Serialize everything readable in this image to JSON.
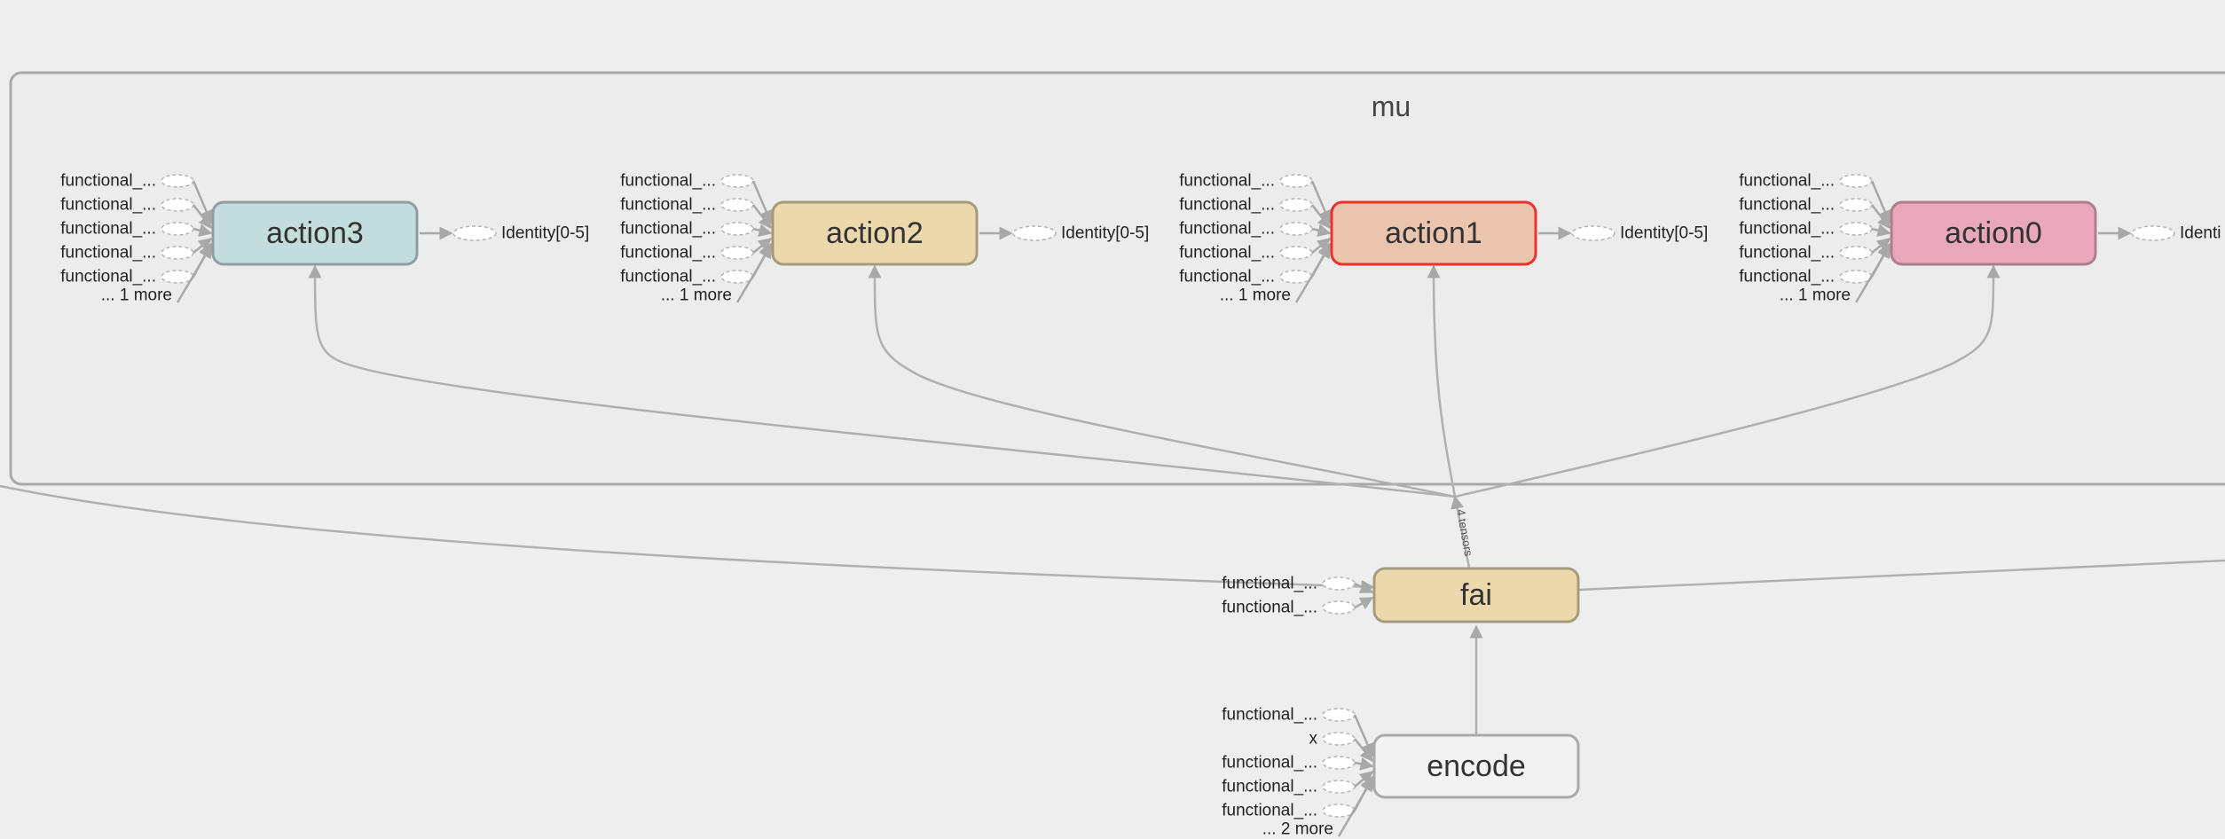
{
  "group": {
    "title": "mu"
  },
  "colors": {
    "background": "#eeeeee",
    "group_fill": "#ececec",
    "group_stroke": "#a9a9a9",
    "edge": "#b0b0b0",
    "selected_stroke": "#e8352a",
    "action3_fill": "#c3dddd",
    "action3_stroke": "#8f9ea0",
    "action2_fill": "#ecd8ad",
    "action2_stroke": "#a69a7c",
    "action1_fill": "#ebc4ae",
    "action0_fill": "#e9a7bb",
    "action0_stroke": "#ab7f8b",
    "fai_fill": "#ecd8ad",
    "fai_stroke": "#a69a7c",
    "encode_fill": "#f2f2f2",
    "encode_stroke": "#a9a9a9"
  },
  "nodes": {
    "action3": {
      "label": "action3",
      "inputs": [
        "functional_...",
        "functional_...",
        "functional_...",
        "functional_...",
        "functional_..."
      ],
      "more": "... 1 more",
      "output": "Identity[0-5]"
    },
    "action2": {
      "label": "action2",
      "inputs": [
        "functional_...",
        "functional_...",
        "functional_...",
        "functional_...",
        "functional_..."
      ],
      "more": "... 1 more",
      "output": "Identity[0-5]"
    },
    "action1": {
      "label": "action1",
      "selected": true,
      "inputs": [
        "functional_...",
        "functional_...",
        "functional_...",
        "functional_...",
        "functional_..."
      ],
      "more": "... 1 more",
      "output": "Identity[0-5]"
    },
    "action0": {
      "label": "action0",
      "inputs": [
        "functional_...",
        "functional_...",
        "functional_...",
        "functional_...",
        "functional_..."
      ],
      "more": "... 1 more",
      "output": "Identi"
    },
    "fai": {
      "label": "fai",
      "inputs": [
        "functional_...",
        "functional_..."
      ]
    },
    "encode": {
      "label": "encode",
      "inputs": [
        "functional_...",
        "x",
        "functional_...",
        "functional_...",
        "functional_..."
      ],
      "more": "... 2 more"
    }
  },
  "edges": {
    "fai_to_mu": "4 tensors"
  }
}
